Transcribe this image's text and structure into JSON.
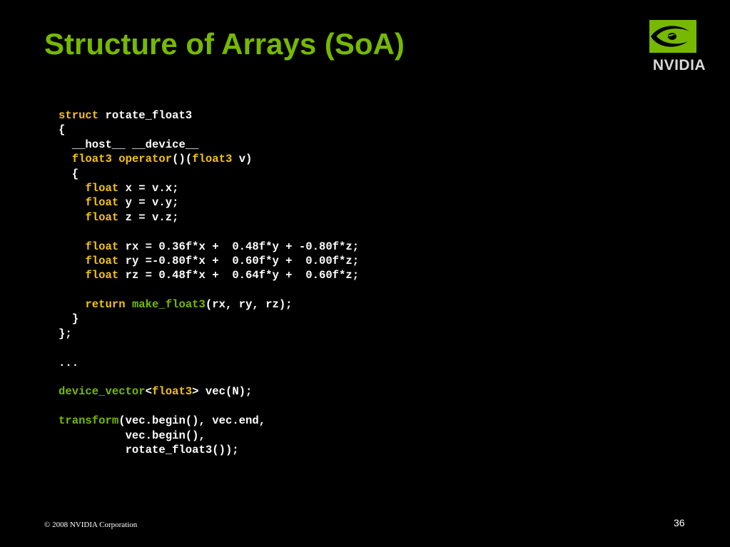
{
  "slide": {
    "title": "Structure of Arrays (SoA)",
    "logo_text": "NVIDIA",
    "footer": "© 2008 NVIDIA Corporation",
    "page_number": "36"
  },
  "colors": {
    "background": "#000000",
    "title": "#76b900",
    "keyword": "#f4c20d",
    "function": "#76b900",
    "text": "#ffffff"
  },
  "code": {
    "lines": [
      [
        {
          "t": "struct",
          "c": "kw"
        },
        {
          "t": " rotate_float3"
        }
      ],
      [
        {
          "t": "{"
        }
      ],
      [
        {
          "t": "  __host__ __device__"
        }
      ],
      [
        {
          "t": "  "
        },
        {
          "t": "float3",
          "c": "kw"
        },
        {
          "t": " "
        },
        {
          "t": "operator",
          "c": "kw"
        },
        {
          "t": "()("
        },
        {
          "t": "float3",
          "c": "kw"
        },
        {
          "t": " v)"
        }
      ],
      [
        {
          "t": "  {"
        }
      ],
      [
        {
          "t": "    "
        },
        {
          "t": "float",
          "c": "kw"
        },
        {
          "t": " x = v.x;"
        }
      ],
      [
        {
          "t": "    "
        },
        {
          "t": "float",
          "c": "kw"
        },
        {
          "t": " y = v.y;"
        }
      ],
      [
        {
          "t": "    "
        },
        {
          "t": "float",
          "c": "kw"
        },
        {
          "t": " z = v.z;"
        }
      ],
      [],
      [
        {
          "t": "    "
        },
        {
          "t": "float",
          "c": "kw"
        },
        {
          "t": " rx = 0.36f*x +  0.48f*y + -0.80f*z;"
        }
      ],
      [
        {
          "t": "    "
        },
        {
          "t": "float",
          "c": "kw"
        },
        {
          "t": " ry =-0.80f*x +  0.60f*y +  0.00f*z;"
        }
      ],
      [
        {
          "t": "    "
        },
        {
          "t": "float",
          "c": "kw"
        },
        {
          "t": " rz = 0.48f*x +  0.64f*y +  0.60f*z;"
        }
      ],
      [],
      [
        {
          "t": "    "
        },
        {
          "t": "return",
          "c": "kw"
        },
        {
          "t": " "
        },
        {
          "t": "make_float3",
          "c": "fn"
        },
        {
          "t": "(rx, ry, rz);"
        }
      ],
      [
        {
          "t": "  }"
        }
      ],
      [
        {
          "t": "};"
        }
      ],
      [],
      [
        {
          "t": "..."
        }
      ],
      [],
      [
        {
          "t": "device_vector",
          "c": "fn"
        },
        {
          "t": "<"
        },
        {
          "t": "float3",
          "c": "kw"
        },
        {
          "t": "> vec(N);"
        }
      ],
      [],
      [
        {
          "t": "transform",
          "c": "fn"
        },
        {
          "t": "(vec.begin(), vec.end,"
        }
      ],
      [
        {
          "t": "          vec.begin(),"
        }
      ],
      [
        {
          "t": "          rotate_float3());"
        }
      ]
    ]
  }
}
